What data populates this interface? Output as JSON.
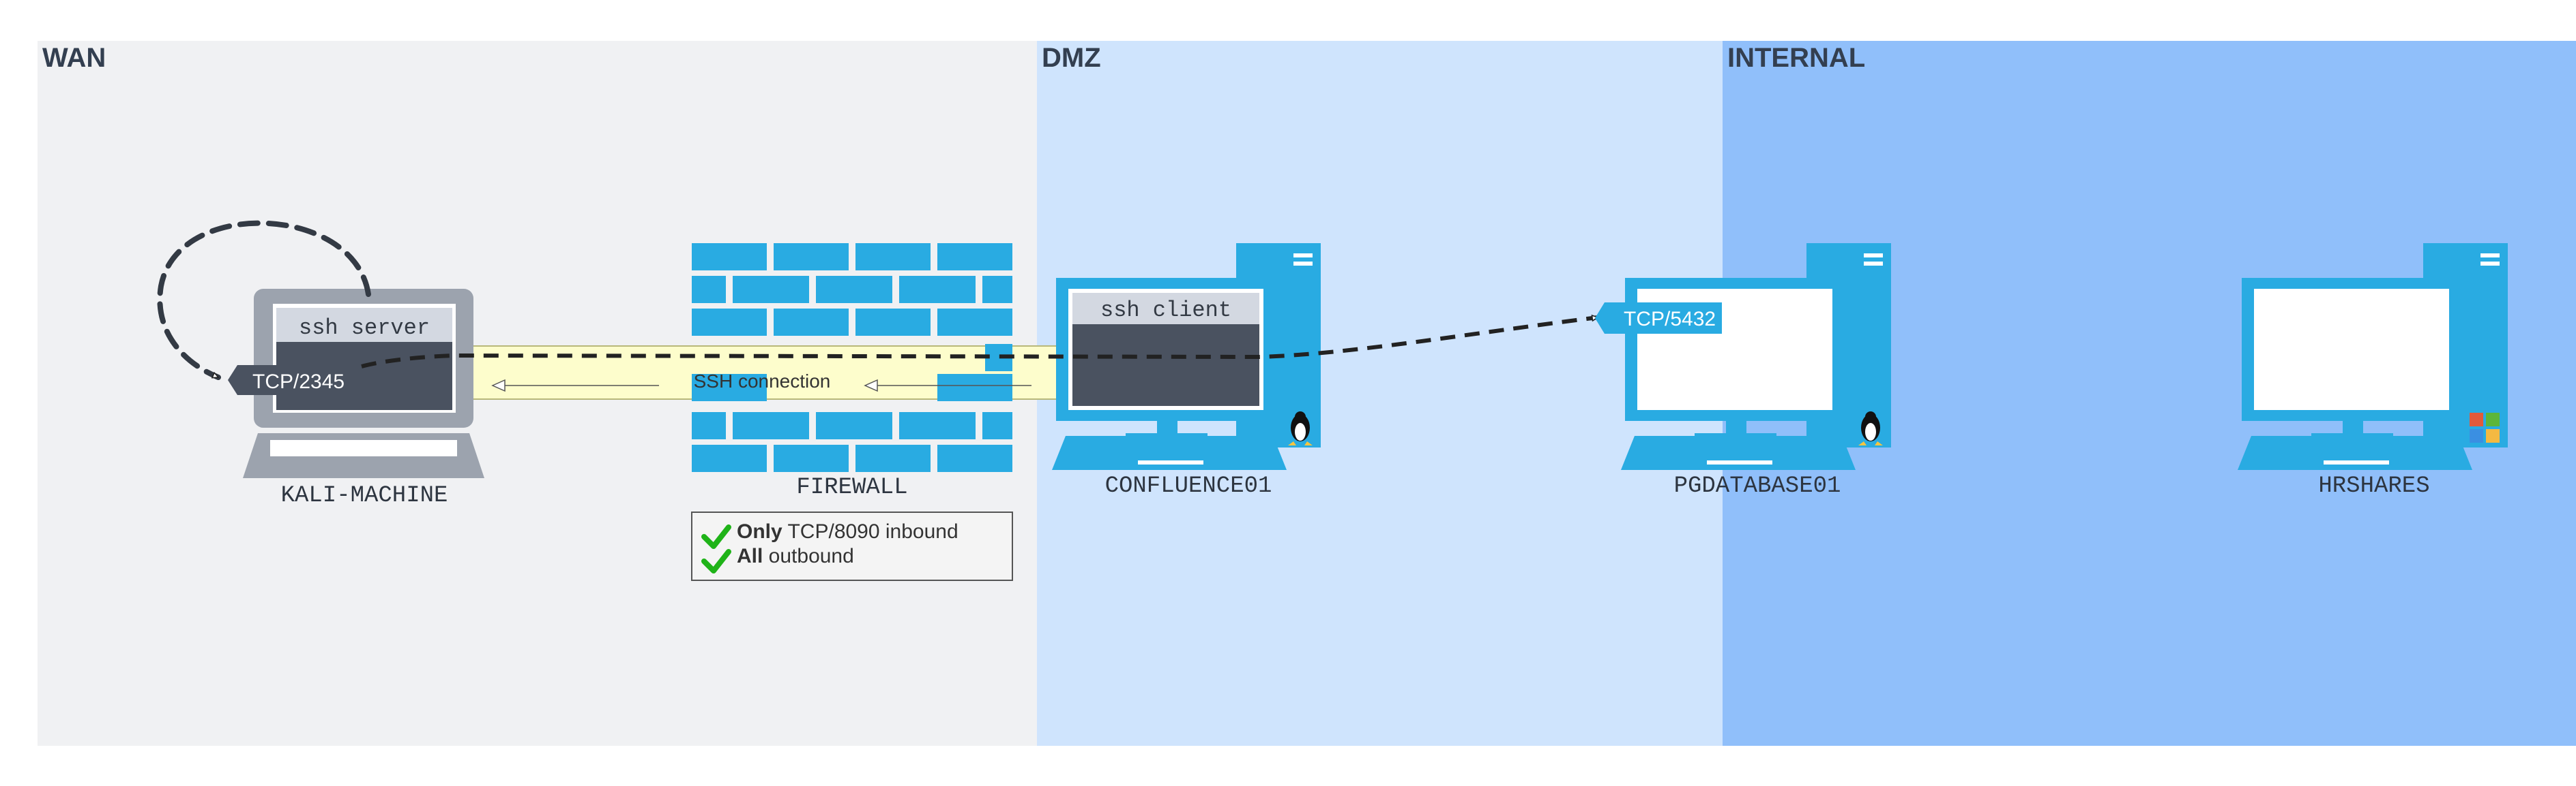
{
  "zones": {
    "wan": "WAN",
    "dmz": "DMZ",
    "internal": "INTERNAL"
  },
  "hosts": {
    "kali": {
      "label": "KALI-MACHINE",
      "panel": "ssh server",
      "port": "TCP/2345",
      "icon": "laptop-icon"
    },
    "firewall": {
      "label": "FIREWALL",
      "icon": "brick-wall-icon"
    },
    "confluence": {
      "label": "CONFLUENCE01",
      "panel": "ssh client",
      "os": "linux-tux-icon",
      "icon": "desktop-computer-icon"
    },
    "pgdatabase": {
      "label": "PGDATABASE01",
      "port": "TCP/5432",
      "os": "linux-tux-icon",
      "icon": "desktop-computer-icon"
    },
    "hrshares": {
      "label": "HRSHARES",
      "os": "windows-logo-icon",
      "icon": "desktop-computer-icon"
    }
  },
  "connection": {
    "label": "SSH connection"
  },
  "firewall_rules": [
    {
      "bold": "Only",
      "rest": " TCP/8090 inbound"
    },
    {
      "bold": "All",
      "rest": " outbound"
    }
  ],
  "colors": {
    "wan_zone": "#f0f1f3",
    "dmz_zone": "#cfe4fd",
    "internal_zone": "#90bffa",
    "device_blue": "#29abe2",
    "laptop_gray": "#9ca3ae",
    "dark_panel": "#4a5260",
    "tunnel_yellow": "#fdfdcc",
    "check_green": "#1fb318"
  }
}
